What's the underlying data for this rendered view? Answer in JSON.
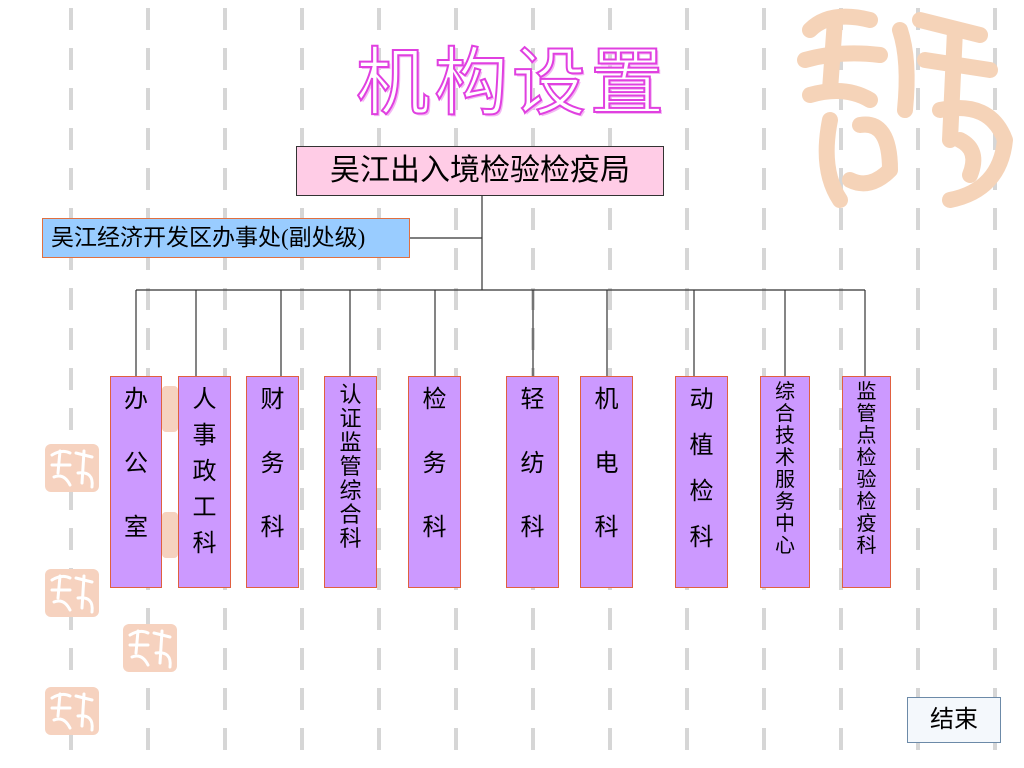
{
  "title": "机构设置",
  "root": "吴江出入境检验检疫局",
  "side_unit": "吴江经济开发区办事处(副处级)",
  "departments": [
    {
      "name": "办公室",
      "chars": [
        "办",
        "公",
        "室"
      ]
    },
    {
      "name": "人事政工科",
      "chars": [
        "人",
        "事",
        "政",
        "工",
        "科"
      ]
    },
    {
      "name": "财务科",
      "chars": [
        "财",
        "务",
        "科"
      ]
    },
    {
      "name": "认证监管综合科",
      "chars": [
        "认",
        "证",
        "监",
        "管",
        "综",
        "合",
        "科"
      ]
    },
    {
      "name": "检务科",
      "chars": [
        "检",
        "务",
        "科"
      ]
    },
    {
      "name": "轻纺科",
      "chars": [
        "轻",
        "纺",
        "科"
      ]
    },
    {
      "name": "机电科",
      "chars": [
        "机",
        "电",
        "科"
      ]
    },
    {
      "name": "动植检科",
      "chars": [
        "动",
        "植",
        "检",
        "科"
      ]
    },
    {
      "name": "综合技术服务中心",
      "chars": [
        "综",
        "合",
        "技",
        "术",
        "服",
        "务",
        "中",
        "心"
      ]
    },
    {
      "name": "监管点检验检疫科",
      "chars": [
        "监",
        "管",
        "点",
        "检",
        "验",
        "检",
        "疫",
        "科"
      ]
    }
  ],
  "end_button": "结束",
  "colors": {
    "title_outline": "#e040e0",
    "root_fill": "#ffcce6",
    "side_fill": "#99ccff",
    "dept_fill": "#cc99ff",
    "border_accent": "#e06040"
  },
  "decorations": [
    "auspicious-seal-icon"
  ]
}
